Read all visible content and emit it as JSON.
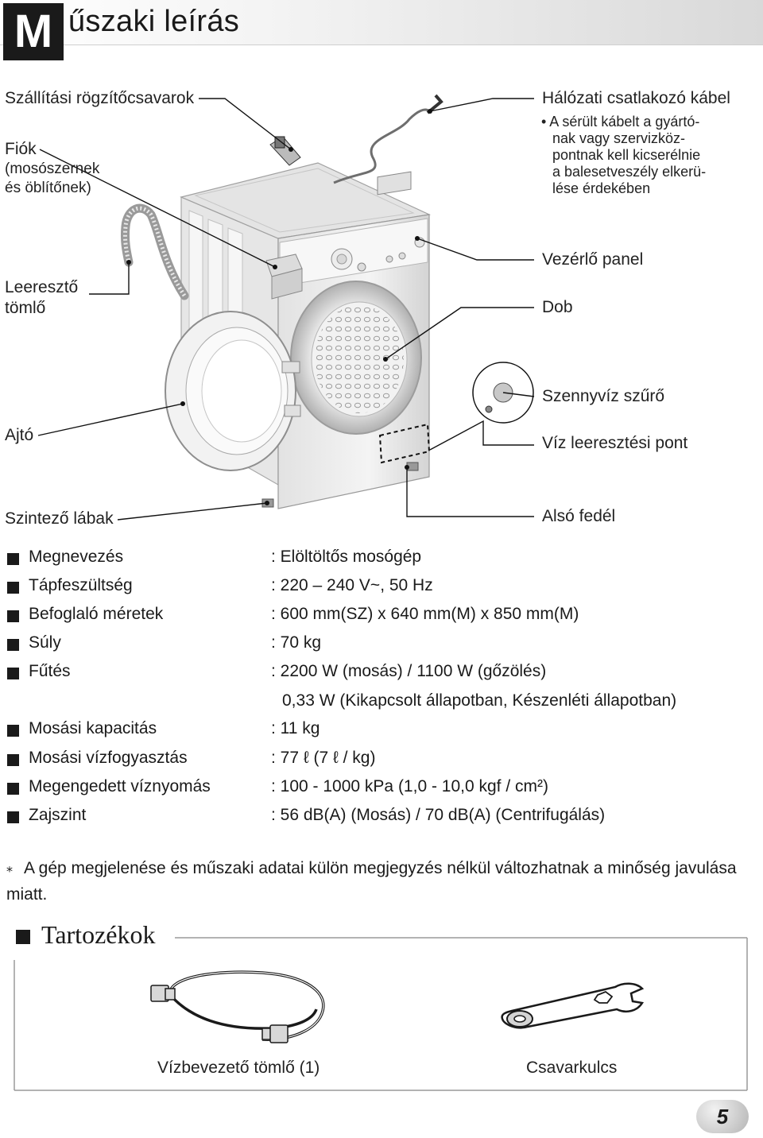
{
  "header": {
    "initial": "M",
    "title_rest": "űszaki leírás"
  },
  "diagram_labels": {
    "transport_bolts": "Szállítási rögzítőcsavarok",
    "drawer": "Fiók",
    "drawer_sub1": "(mosószernek",
    "drawer_sub2": "és öblítőnek)",
    "drain_hose_1": "Leeresztő",
    "drain_hose_2": "tömlő",
    "door": "Ajtó",
    "levelling_feet": "Szintező lábak",
    "power_cable": "Hálózati csatlakozó kábel",
    "power_cable_note": [
      "• A sérült kábelt a gyártó-",
      "nak vagy szervizköz-",
      "pontnak kell kicserélnie",
      "a balesetveszély elkerü-",
      "lése érdekében"
    ],
    "control_panel": "Vezérlő panel",
    "drum": "Dob",
    "waste_filter": "Szennyvíz szűrő",
    "drain_point": "Víz leeresztési pont",
    "lower_cover": "Alsó fedél"
  },
  "specs": [
    {
      "label": "Megnevezés",
      "value": ": Elöltöltős mosógép"
    },
    {
      "label": "Tápfeszültség",
      "value": ": 220 – 240 V~, 50 Hz"
    },
    {
      "label": "Befoglaló méretek",
      "value": ": 600 mm(SZ) x 640 mm(M) x 850 mm(M)"
    },
    {
      "label": "Súly",
      "value": ": 70 kg"
    },
    {
      "label": "Fűtés",
      "value": ": 2200 W (mosás) / 1100 W (gőzölés)"
    },
    {
      "label": "Mosási kapacitás",
      "value": ": 11 kg"
    },
    {
      "label": "Mosási vízfogyasztás",
      "value": ": 77 ℓ (7 ℓ / kg)"
    },
    {
      "label": "Megengedett víznyomás",
      "value": ": 100 - 1000 kPa (1,0 - 10,0 kgf / cm²)"
    },
    {
      "label": "Zajszint",
      "value": ": 56 dB(A) (Mosás) / 70 dB(A) (Centrifugálás)"
    }
  ],
  "spec_extra": "0,33 W (Kikapcsolt állapotban, Készenléti állapotban)",
  "footnote": {
    "asterisk": "⁎",
    "text": "A gép megjelenése és műszaki adatai külön megjegyzés nélkül változhatnak a minőség javulása miatt."
  },
  "accessories": {
    "title": "Tartozékok",
    "items": [
      "Vízbevezető tömlő (1)",
      "Csavarkulcs"
    ]
  },
  "page_number": "5"
}
